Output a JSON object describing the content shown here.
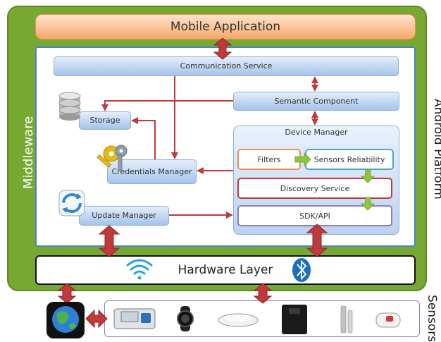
{
  "mobile_app": "Mobile Application",
  "middleware_label": "Middleware",
  "platform_label": "Android Platform",
  "sensors_label": "Sensors",
  "communication_service": "Communication Service",
  "semantic_component": "Semantic Component",
  "storage": "Storage",
  "credentials_manager": "Credentials Manager",
  "update_manager": "Update Manager",
  "device_manager": {
    "title": "Device Manager",
    "filters": "Filters",
    "sensors_reliability": "Sensors Reliability",
    "discovery_service": "Discovery Service",
    "sdk_api": "SDK/API"
  },
  "hardware_layer": "Hardware Layer",
  "colors": {
    "platform_green": "#77a832",
    "arrow_red": "#c0393b",
    "box_blue": "#a5c3ea",
    "mobile_orange": "#f6a868",
    "filters_border": "#e8915a",
    "reliability_border": "#4aa8c8",
    "discovery_border": "#c0393b",
    "sdk_border": "#8d7fc0",
    "flow_green": "#8cc63f"
  },
  "icons": [
    "database-icon",
    "keys-icon",
    "sync-icon",
    "wifi-icon",
    "bluetooth-icon",
    "globe-icon",
    "blood-pressure-monitor-icon",
    "smartwatch-icon",
    "sleep-sensor-icon",
    "smart-scale-icon",
    "weather-station-icon",
    "pulse-oximeter-icon"
  ]
}
